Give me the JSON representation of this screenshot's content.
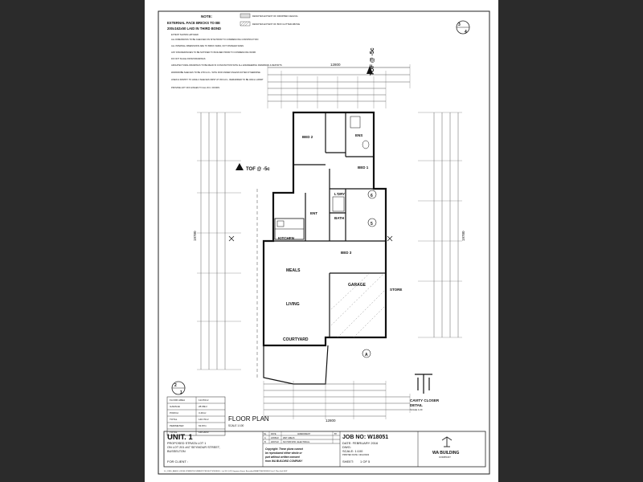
{
  "notes": {
    "heading": "NOTE:",
    "lines": [
      "EXTERNAL FACE BRICKS TO BE",
      "200x162x50 LAID IN THIRD BOND"
    ],
    "legend": [
      "DENOTES EXTENT OF DROPPED CEILING",
      "DENOTES EXTENT OF BOX GUTTER ABOVE"
    ],
    "general": [
      "EXTENT SHOWN HATCHED",
      "ALL DIMENSIONS TO BE CHECKED ON SITE PRIOR TO COMMENCING CONSTRUCTION",
      "ALL INTERNAL DIMENSIONS ARE TO BRICK SIZES, NOT FINISHED SIZES",
      "ANY DISCREPANCIES TO BE NOTIFIED TO BUILDER PRIOR TO COMMENCING WORK",
      "DO NOT SCALE FROM DRAWINGS",
      "ARCHITECTURAL DRAWINGS TO BE READ IN CONJUNCTION WITH ALL ENGINEERING DRAWINGS & REPORTS",
      "WARDROBE SHELVES TO BE 1700 A.F.L. WITH ROD UNDER UNLESS NOTED OTHERWISE",
      "LINEN & PANTRY TO HAVE 4 SHELVES FIRST AT 450 A.F.L. REMAINDER TO BE 400mm APART",
      "PROVIDE LIFT OFF HINGES TO ALL W.C. DOORS"
    ]
  },
  "markers": {
    "tof_top": "TOF @ -5c",
    "tof_mid": "TOF @ -5c",
    "sheet_ref_top": [
      "3",
      "4"
    ],
    "sheet_ref_bottom": [
      "2",
      "1"
    ],
    "section_a": "A",
    "section_5": "5",
    "section_6": "6"
  },
  "dimensions": {
    "overall_width": "12800",
    "overall_width_bottom": "12800",
    "overall_depth_left": "19780",
    "overall_depth_right": "19780"
  },
  "rooms": {
    "ens": "ENS",
    "bed2": "BED 2",
    "bed1": "BED 1",
    "ent": "ENT",
    "ldry": "L'DRY",
    "bath": "BATH",
    "kitchen": "KITCHEN",
    "bed3": "BED 3",
    "meals": "MEALS",
    "garage": "GARAGE",
    "store": "STORE",
    "living": "LIVING",
    "courtyard": "COURTYARD"
  },
  "areas_table": {
    "rows": [
      {
        "label": "FLOOR AREA",
        "value": "114.53m²"
      },
      {
        "label": "GARAGE",
        "value": "28.68m²"
      },
      {
        "label": "PORCH",
        "value": "3.49m²"
      },
      {
        "label": "TOTAL",
        "value": "146.70m²"
      },
      {
        "label": "PERIMETER",
        "value": "63.87m"
      },
      {
        "label": "TOTAL",
        "value": "146.20m²"
      }
    ]
  },
  "plan_title": {
    "title": "FLOOR PLAN",
    "scale": "SCALE 1:100"
  },
  "detail": {
    "title": "CAVITY CLOSER",
    "title2": "DETAIL",
    "scale": "SCALE 1:20"
  },
  "title_block": {
    "unit": "UNIT. 1",
    "project": [
      "PROPOSED STRATA LOT 1",
      "ON LOT 201 #47 SEYMOUR STREET,",
      "BUSSELTON"
    ],
    "for_client": "FOR CLIENT :",
    "amendments_header": [
      "No.",
      "DATE",
      "AMENDMENT",
      "BY"
    ],
    "amendments": [
      [
        "A",
        "23/08/22",
        "WET AREAS",
        ""
      ],
      [
        "B",
        "26/07/22",
        "NO HOB SHR / ELECTRICAL",
        ""
      ]
    ],
    "copyright": [
      "Copyright: These plans cannot",
      "be reproduced either whole or",
      "part without written consent",
      "from WA BUILDING COMPANY"
    ],
    "job_no": "JOB NO: W18051",
    "date": "DATE: FEBRUARY 2016",
    "dwg": "DWG:",
    "scale": "SCALE: 1:100",
    "printed": "PRINTED DATE: 19/12/2022",
    "sheet": "SHEET:",
    "sheet_value": "1  OF  5",
    "company": "WA BUILDING",
    "company_sub": "COMPANY"
  },
  "footer_path": "S:\\_JOBS_BASSO_DEVELOPMENTS\\CURRENT PROJECTS\\W18051 - Lot 201 (#47) Seymour Street, Busselton\\DRAFTING\\W18051 Unit 1 Plan Ver4.SKP"
}
